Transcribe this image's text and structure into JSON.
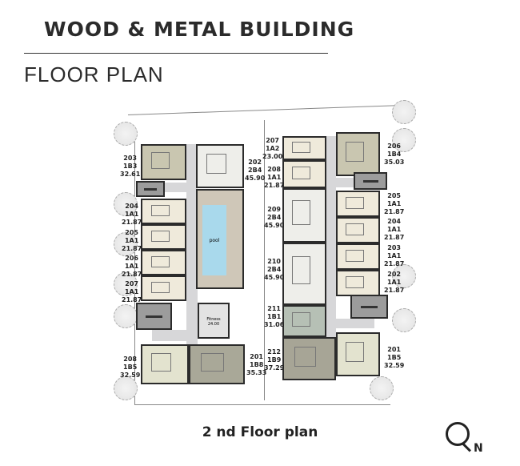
{
  "header": {
    "title": "WOOD & METAL BUILDING",
    "subtitle": "FLOOR PLAN"
  },
  "caption": "2 nd Floor plan",
  "north": {
    "icon": "north-arrow-icon",
    "label": "N"
  },
  "amenities": {
    "pool": "pool",
    "fitness": "Fitness",
    "fitness_area": "24.00"
  },
  "left_building": [
    {
      "unit": "203",
      "type": "1B3",
      "area": "32.61"
    },
    {
      "unit": "202",
      "type": "2B4",
      "area": "45.90"
    },
    {
      "unit": "204",
      "type": "1A1",
      "area": "21.87"
    },
    {
      "unit": "205",
      "type": "1A1",
      "area": "21.87"
    },
    {
      "unit": "206",
      "type": "1A1",
      "area": "21.87"
    },
    {
      "unit": "207",
      "type": "1A1",
      "area": "21.87"
    },
    {
      "unit": "208",
      "type": "1B5",
      "area": "32.59"
    },
    {
      "unit": "201",
      "type": "1B8",
      "area": "35.33"
    }
  ],
  "right_building": [
    {
      "unit": "207",
      "type": "1A2",
      "area": "23.00"
    },
    {
      "unit": "208",
      "type": "1A1",
      "area": "21.87"
    },
    {
      "unit": "209",
      "type": "2B4",
      "area": "45.90"
    },
    {
      "unit": "210",
      "type": "2B4",
      "area": "45.90"
    },
    {
      "unit": "211",
      "type": "1B1",
      "area": "31.06"
    },
    {
      "unit": "212",
      "type": "1B9",
      "area": "37.29"
    },
    {
      "unit": "206",
      "type": "1B4",
      "area": "35.03"
    },
    {
      "unit": "205",
      "type": "1A1",
      "area": "21.87"
    },
    {
      "unit": "204",
      "type": "1A1",
      "area": "21.87"
    },
    {
      "unit": "203",
      "type": "1A1",
      "area": "21.87"
    },
    {
      "unit": "202",
      "type": "1A1",
      "area": "21.87"
    },
    {
      "unit": "201",
      "type": "1B5",
      "area": "32.59"
    }
  ]
}
